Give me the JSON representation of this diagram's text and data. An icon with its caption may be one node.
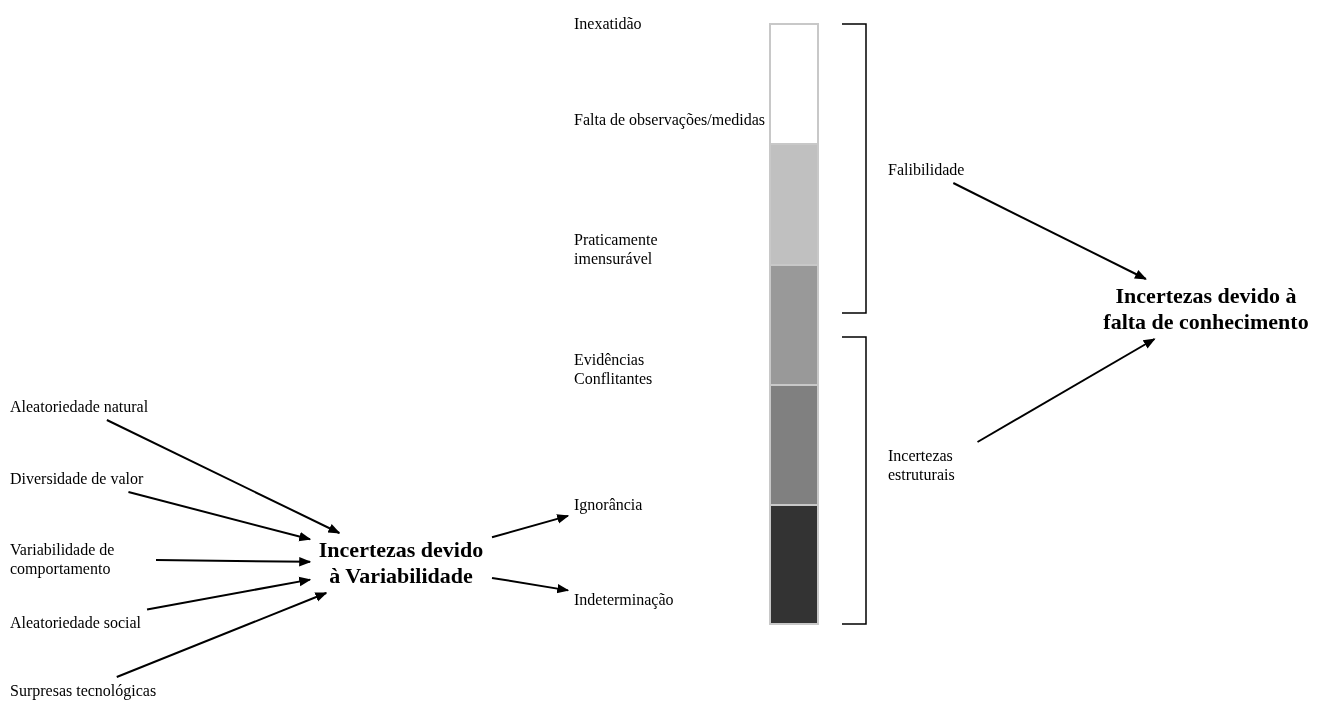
{
  "diagram": {
    "nodes": [
      {
        "text": [
          "Aleatoriedade natural"
        ]
      },
      {
        "text": [
          "Diversidade de valor"
        ]
      },
      {
        "text": [
          "Variabilidade de comportamento"
        ]
      },
      {
        "text": [
          "Aleatoriedade social"
        ]
      },
      {
        "text": [
          "Surpresas tecnológicas"
        ]
      },
      {
        "text": [
          "Incertezas devido à Variabilidade"
        ]
      },
      {
        "text": [
          "Ignorância"
        ]
      },
      {
        "text": [
          "Indeterminação"
        ]
      },
      {
        "text": [
          "Falibilidade"
        ]
      },
      {
        "text": [
          "Incertezas estruturais"
        ]
      },
      {
        "text": [
          "Incertezas devido à falta de conhecimento"
        ]
      }
    ],
    "edges": [
      {
        "from": 0,
        "to": 5,
        "arrow": "to"
      },
      {
        "from": 1,
        "to": 5,
        "arrow": "to"
      },
      {
        "from": 2,
        "to": 5,
        "arrow": "to"
      },
      {
        "from": 3,
        "to": 5,
        "arrow": "to"
      },
      {
        "from": 4,
        "to": 5,
        "arrow": "to"
      },
      {
        "from": 5,
        "to": 6,
        "arrow": "to"
      },
      {
        "from": 5,
        "to": 7,
        "arrow": "to"
      },
      {
        "from": 8,
        "to": 10,
        "arrow": "to"
      },
      {
        "from": 9,
        "to": 10,
        "arrow": "to"
      }
    ],
    "labels": [
      "Inexatidão",
      "Falta de observações/medidas",
      "Praticamente imensurável",
      "Evidências Conflitantes"
    ]
  }
}
